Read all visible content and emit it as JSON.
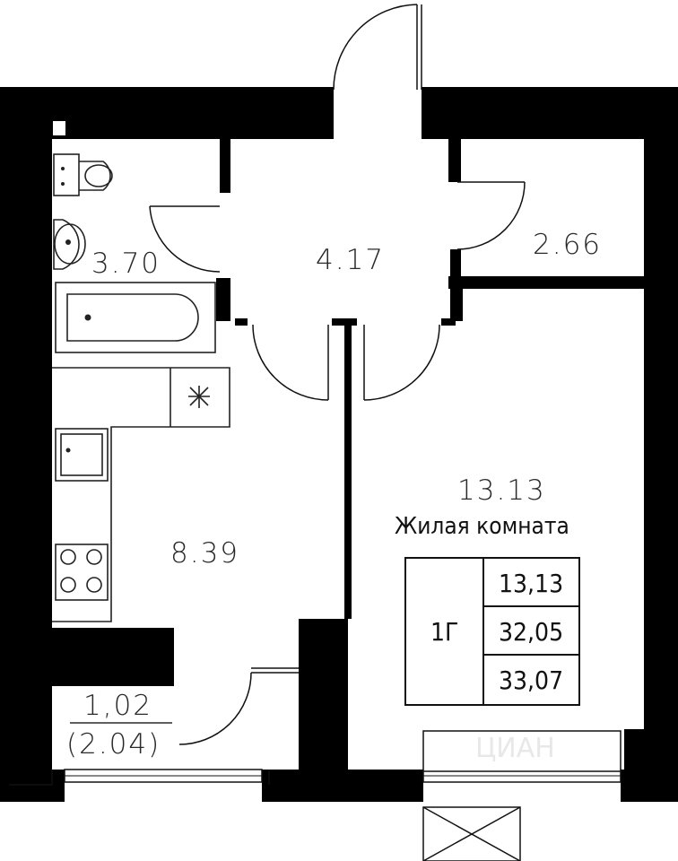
{
  "rooms": {
    "bathroom": {
      "area": "3.70"
    },
    "hall": {
      "area": "4.17"
    },
    "storage": {
      "area": "2.66"
    },
    "kitchen": {
      "area": "8.39"
    },
    "living": {
      "area": "13.13",
      "name": "Жилая комната"
    },
    "balcony": {
      "area": "1,02",
      "area_full": "(2.04)"
    }
  },
  "summary": {
    "apartment_type": "1Г",
    "living_area": "13,13",
    "total_area": "32,05",
    "total_with_balcony": "33,07"
  },
  "watermark": "ЦИАН",
  "colors": {
    "wall": "#000000",
    "background": "#ffffff",
    "fixture": "#222222"
  }
}
